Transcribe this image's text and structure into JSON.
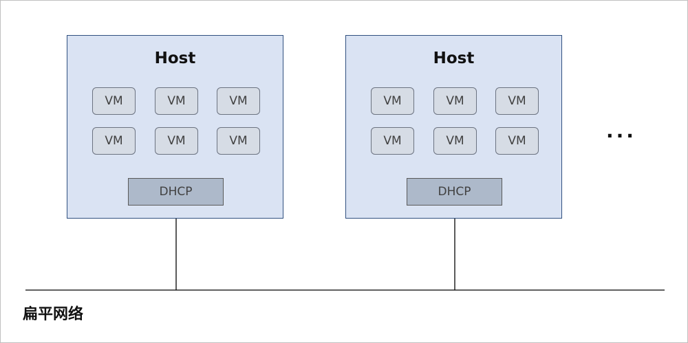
{
  "hosts": [
    {
      "title": "Host",
      "vms": [
        "VM",
        "VM",
        "VM",
        "VM",
        "VM",
        "VM"
      ],
      "dhcp": "DHCP"
    },
    {
      "title": "Host",
      "vms": [
        "VM",
        "VM",
        "VM",
        "VM",
        "VM",
        "VM"
      ],
      "dhcp": "DHCP"
    }
  ],
  "ellipsis": "···",
  "network_label": "扁平网络",
  "colors": {
    "host_fill": "#dae3f3",
    "host_border": "#2f4f7f",
    "vm_fill": "#d6dce5",
    "dhcp_fill": "#adb9ca",
    "line": "#000000"
  }
}
